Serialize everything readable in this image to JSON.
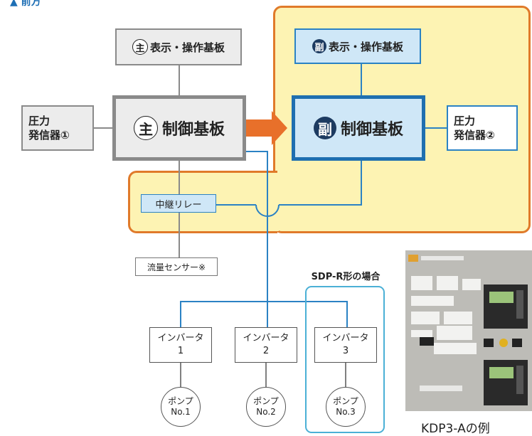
{
  "header": {
    "partial_title": "▲ 前方"
  },
  "main_display_board": {
    "mark": "主",
    "label": "表示・操作基板"
  },
  "sub_display_board": {
    "mark": "副",
    "label": "表示・操作基板"
  },
  "main_control_board": {
    "mark": "主",
    "label": "制御基板"
  },
  "sub_control_board": {
    "mark": "副",
    "label": "制御基板"
  },
  "pressure_sensor_1": {
    "line1": "圧力",
    "line2": "発信器①"
  },
  "pressure_sensor_2": {
    "line1": "圧力",
    "line2": "発信器②"
  },
  "relay": {
    "label": "中継リレー"
  },
  "flow_sensor": {
    "label": "流量センサー※"
  },
  "sdp_r_case": {
    "label": "SDP-R形の場合"
  },
  "inverters": [
    {
      "line1": "インバータ",
      "line2": "1"
    },
    {
      "line1": "インバータ",
      "line2": "2"
    },
    {
      "line1": "インバータ",
      "line2": "3"
    }
  ],
  "pumps": [
    {
      "line1": "ポンプ",
      "line2": "No.1"
    },
    {
      "line1": "ポンプ",
      "line2": "No.2"
    },
    {
      "line1": "ポンプ",
      "line2": "No.3"
    }
  ],
  "photo_caption": "KDP3-Aの例",
  "colors": {
    "yellow_area": "#fdf3b3",
    "orange_border": "#e07a2a",
    "blue_line": "#2b82c4",
    "gray_line": "#8a8a8a",
    "arrow": "#e8702a"
  }
}
